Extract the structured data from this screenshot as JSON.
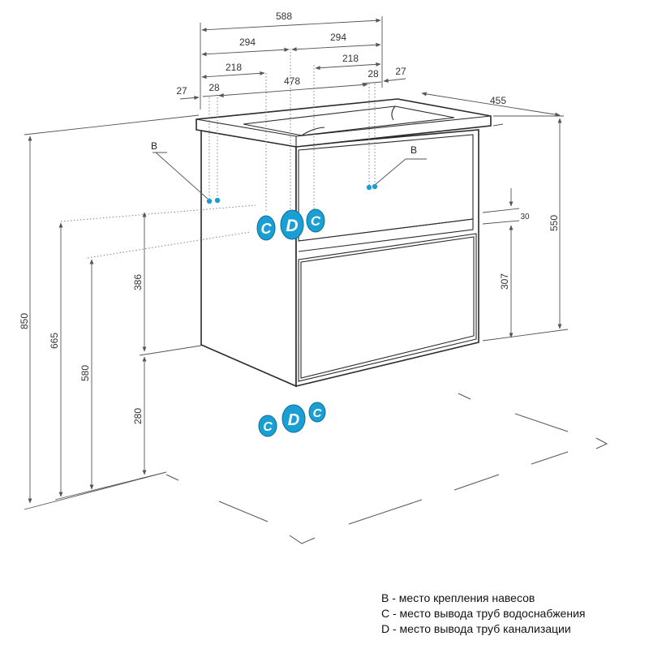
{
  "dimensions": {
    "total_width": "588",
    "half_left": "294",
    "half_right": "294",
    "left_218": "218",
    "right_218": "218",
    "left_27": "27",
    "right_27": "27",
    "left_28": "28",
    "right_28": "28",
    "inner_478": "478",
    "depth_455": "455",
    "height_550": "550",
    "gap_30": "30",
    "drawer_307": "307",
    "total_850": "850",
    "h_665": "665",
    "h_580": "580",
    "h_386": "386",
    "h_280": "280"
  },
  "markers": {
    "hanger_left": "B",
    "hanger_right": "B",
    "water": "C",
    "drain": "D"
  },
  "legend": [
    "B - место крепления навесов",
    "C - место вывода труб водоснабжения",
    "D - место вывода труб канализации"
  ],
  "colors": {
    "marker_fill": "#1a9fd4",
    "marker_stroke": "#0d6f99",
    "line": "#555555",
    "outline": "#2a2a2a"
  }
}
